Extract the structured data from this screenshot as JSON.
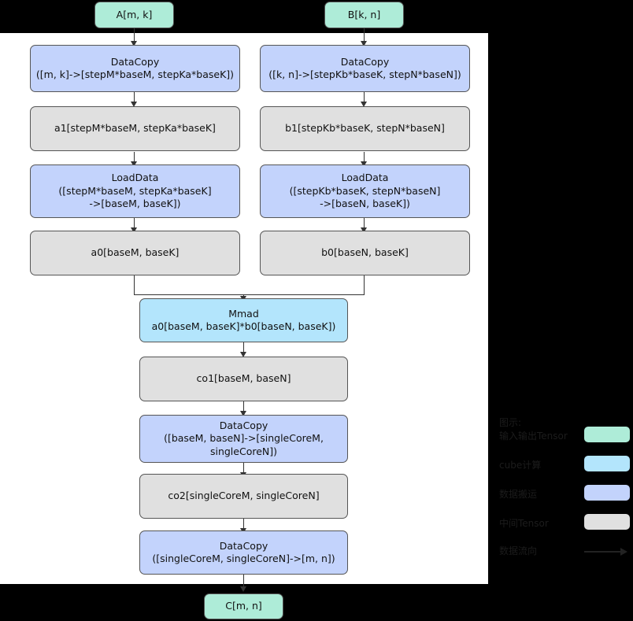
{
  "diagram": {
    "title_absent": true,
    "nodes": {
      "a_input": {
        "label": "A[m, k]",
        "type": "io"
      },
      "b_input": {
        "label": "B[k, n]",
        "type": "io"
      },
      "datacopy_a": {
        "label": "DataCopy\n([m, k]->[stepM*baseM, stepKa*baseK])",
        "type": "move"
      },
      "datacopy_b": {
        "label": "DataCopy\n([k, n]->[stepKb*baseK, stepN*baseN])",
        "type": "move"
      },
      "a1": {
        "label": "a1[stepM*baseM, stepKa*baseK]",
        "type": "tensor"
      },
      "b1": {
        "label": "b1[stepKb*baseK, stepN*baseN]",
        "type": "tensor"
      },
      "loaddata_a": {
        "label": "LoadData\n([stepM*baseM, stepKa*baseK]\n->[baseM, baseK])",
        "type": "move"
      },
      "loaddata_b": {
        "label": "LoadData\n([stepKb*baseK, stepN*baseN]\n->[baseN, baseK])",
        "type": "move"
      },
      "a0": {
        "label": "a0[baseM, baseK]",
        "type": "tensor"
      },
      "b0": {
        "label": "b0[baseN, baseK]",
        "type": "tensor"
      },
      "mmad": {
        "label": "Mmad\na0[baseM, baseK]*b0[baseN, baseK])",
        "type": "cube"
      },
      "co1": {
        "label": "co1[baseM, baseN]",
        "type": "tensor"
      },
      "datacopy_co1": {
        "label": "DataCopy\n([baseM, baseN]->[singleCoreM,\nsingleCoreN])",
        "type": "move"
      },
      "co2": {
        "label": "co2[singleCoreM, singleCoreN]",
        "type": "tensor"
      },
      "datacopy_co2": {
        "label": "DataCopy\n([singleCoreM, singleCoreN]->[m, n])",
        "type": "move"
      },
      "c_output": {
        "label": "C[m, n]",
        "type": "io"
      }
    }
  },
  "legend": {
    "title": "图示:",
    "items": [
      {
        "label": "输入输出Tensor",
        "color": "#aeecd8",
        "kind": "swatch"
      },
      {
        "label": "cube计算",
        "color": "#b3e5fc",
        "kind": "swatch"
      },
      {
        "label": "数据搬运",
        "color": "#c3d3fc",
        "kind": "swatch"
      },
      {
        "label": "中间Tensor",
        "color": "#e0e0e0",
        "kind": "swatch"
      },
      {
        "label": "数据流向",
        "color": "#222222",
        "kind": "arrow"
      }
    ]
  },
  "colors": {
    "io_tensor": "#aeecd8",
    "cube_compute": "#b3e5fc",
    "data_move": "#c3d3fc",
    "intermediate_tensor": "#e0e0e0",
    "edge": "#333333",
    "canvas": "#ffffff",
    "background": "#000000"
  }
}
